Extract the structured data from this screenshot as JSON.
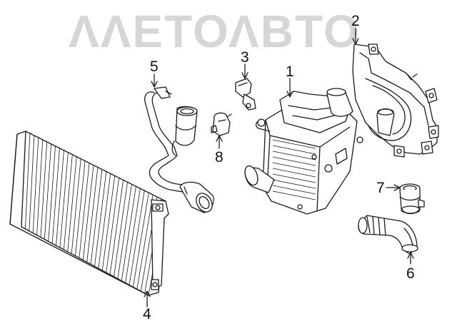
{
  "watermark": {
    "text": "ΛΛΕΤΟΛΒΤΟ",
    "color": "#d6d6d6"
  },
  "callouts": [
    {
      "id": "1",
      "label": "1"
    },
    {
      "id": "2",
      "label": "2"
    },
    {
      "id": "3",
      "label": "3"
    },
    {
      "id": "4",
      "label": "4"
    },
    {
      "id": "5",
      "label": "5"
    },
    {
      "id": "6",
      "label": "6"
    },
    {
      "id": "7",
      "label": "7"
    },
    {
      "id": "8",
      "label": "8"
    }
  ]
}
